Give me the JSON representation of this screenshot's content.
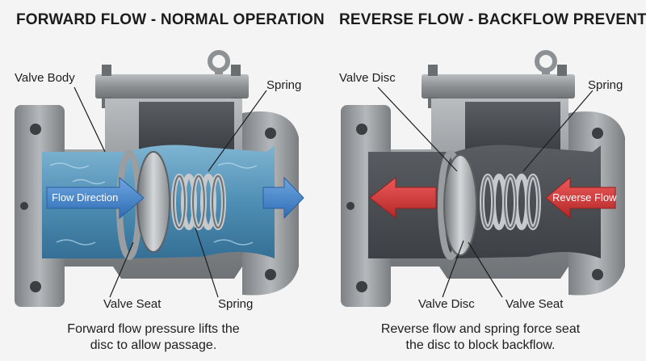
{
  "panels": {
    "left": {
      "title": "FORWARD FLOW - NORMAL OPERATION",
      "labels": {
        "valve_body": "Valve Body",
        "spring_top": "Spring",
        "flow_direction": "Flow Direction",
        "valve_seat": "Valve Seat",
        "spring_bottom": "Spring"
      },
      "caption_line1": "Forward flow pressure lifts the",
      "caption_line2": "disc to allow passage."
    },
    "right": {
      "title": "REVERSE FLOW - BACKFLOW PREVENTION",
      "labels": {
        "valve_disc_top": "Valve Disc",
        "spring_top": "Spring",
        "reverse_flow": "Reverse Flow",
        "valve_disc_bottom": "Valve Disc",
        "valve_seat": "Valve Seat"
      },
      "caption_line1": "Reverse flow and spring force seat",
      "caption_line2": "the disc to block backflow."
    }
  },
  "colors": {
    "valve_metal": "#8d9194",
    "valve_dark": "#4a4e52",
    "water": "#4f8fb5",
    "forward_arrow": "#3f7fc8",
    "reverse_arrow": "#d23a3a"
  }
}
